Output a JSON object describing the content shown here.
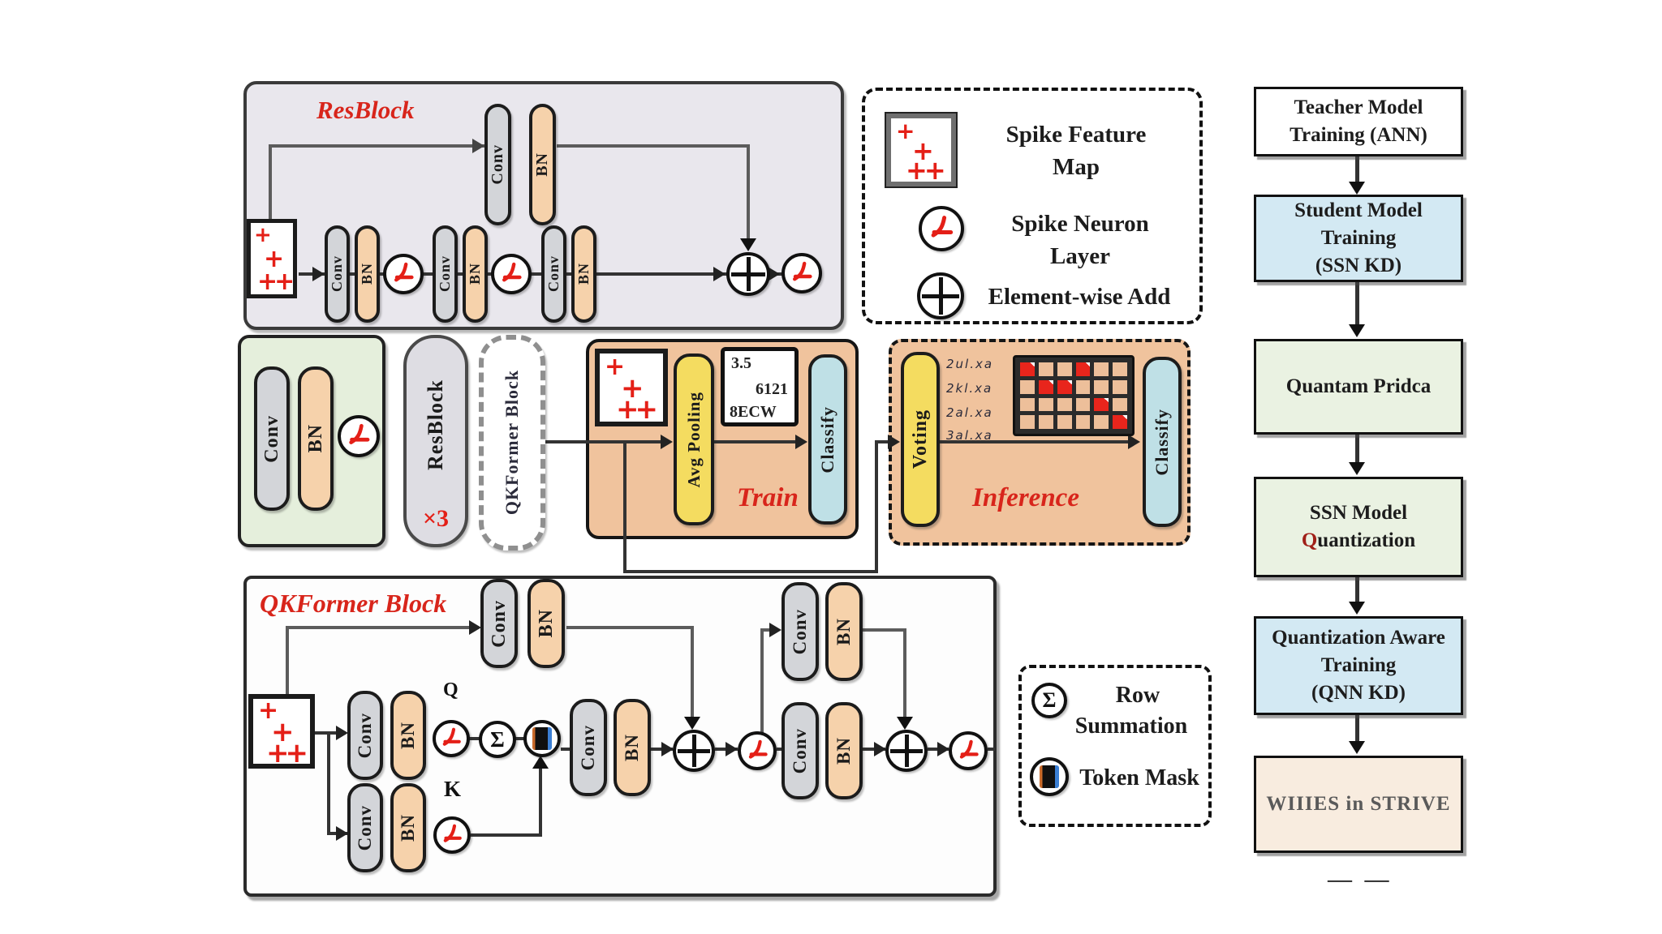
{
  "labels": {
    "conv": "Conv",
    "bn": "BN",
    "q": "Q",
    "k": "K",
    "sigma": "Σ",
    "times3": "×3",
    "dashes": "— —"
  },
  "resblock_panel": {
    "title": "ResBlock"
  },
  "legend_top": {
    "feature_map_1": "Spike Feature",
    "feature_map_2": "Map",
    "neuron_1": "Spike Neuron",
    "neuron_2": "Layer",
    "add": "Element-wise Add"
  },
  "backbone": {
    "resblock": "ResBlock",
    "qkformer": "QKFormer Block"
  },
  "train": {
    "title": "Train",
    "pool": "Avg Pooling",
    "classify": "Classify",
    "logits_1": "3.5",
    "logits_2": "6121",
    "logits_3": "8ECW"
  },
  "inference": {
    "title": "Inference",
    "voting": "Voting",
    "classify": "Classify",
    "spike_rows": [
      "2ul.xa",
      "2kl.xa",
      "2al.xa",
      "3al.xa"
    ],
    "spike_grid": {
      "rows": 4,
      "cols": 6,
      "active_cells": [
        [
          0,
          0
        ],
        [
          0,
          3
        ],
        [
          1,
          1
        ],
        [
          1,
          2
        ],
        [
          2,
          4
        ],
        [
          3,
          5
        ]
      ]
    }
  },
  "qkformer_panel": {
    "title": "QKFormer Block"
  },
  "legend_bottom": {
    "row_sum_1": "Row",
    "row_sum_2": "Summation",
    "token_mask": "Token Mask"
  },
  "pipeline": {
    "steps": [
      {
        "lines": [
          "Teacher Model",
          "Training (ANN)"
        ]
      },
      {
        "lines": [
          "Student Model",
          "Training",
          "(SSN KD)"
        ]
      },
      {
        "lines": [
          "Quantam Pridca"
        ]
      },
      {
        "lines": [
          "SSN Model",
          "Quantization"
        ]
      },
      {
        "lines": [
          "Quantization Aware",
          "Training",
          "(QNN KD)"
        ]
      },
      {
        "lines": [
          "WIIIES in STRIVE"
        ]
      }
    ]
  }
}
